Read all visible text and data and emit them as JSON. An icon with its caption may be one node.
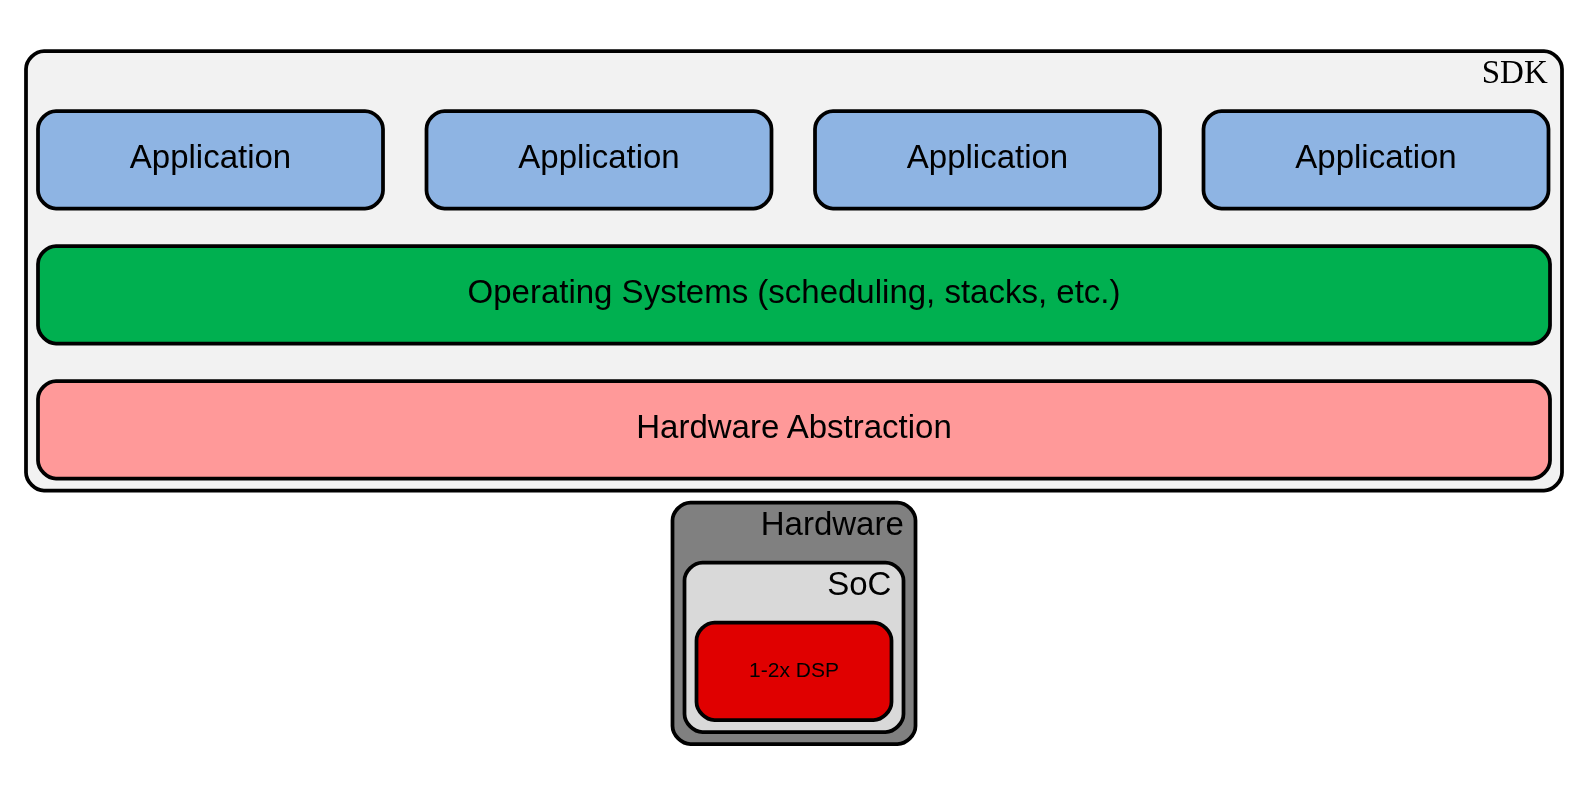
{
  "diagram": {
    "nodes": [
      {
        "text": [
          "SDK"
        ]
      },
      {
        "text": [
          "Application"
        ],
        "in": 0
      },
      {
        "text": [
          "Application"
        ],
        "in": 0
      },
      {
        "text": [
          "Application"
        ],
        "in": 0
      },
      {
        "text": [
          "Application"
        ],
        "in": 0
      },
      {
        "text": [
          "Operating Systems (scheduling, stacks, etc.)"
        ],
        "in": 0
      },
      {
        "text": [
          "Hardware Abstraction"
        ],
        "in": 0
      },
      {
        "text": [
          "Hardware"
        ]
      },
      {
        "text": [
          "SoC"
        ],
        "in": 7
      },
      {
        "text": [
          "1-2x DSP"
        ],
        "in": 8
      }
    ],
    "edges": []
  }
}
